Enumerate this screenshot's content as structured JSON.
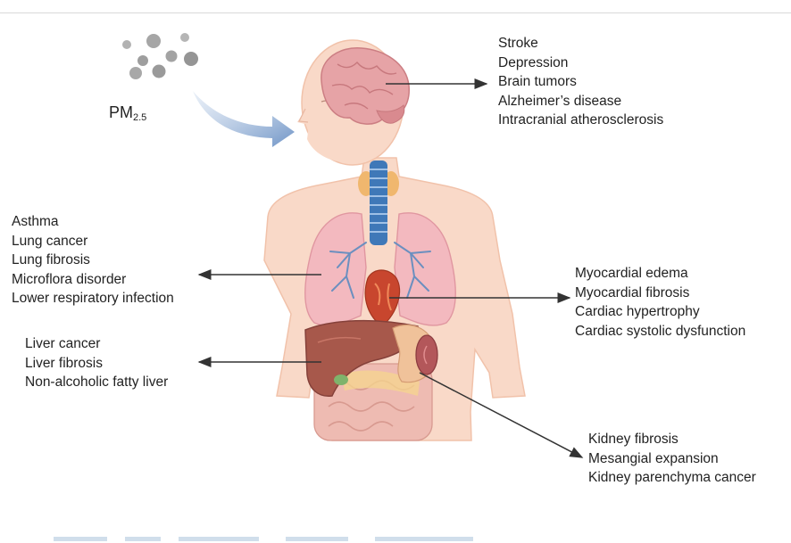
{
  "pm_label": {
    "main": "PM",
    "subscript": "2.5"
  },
  "groups": {
    "brain": {
      "items": [
        "Stroke",
        "Depression",
        "Brain tumors",
        "Alzheimer’s disease",
        "Intracranial atherosclerosis"
      ]
    },
    "lung": {
      "items": [
        "Asthma",
        "Lung cancer",
        "Lung fibrosis",
        "Microflora disorder",
        "Lower respiratory infection"
      ]
    },
    "heart": {
      "items": [
        "Myocardial edema",
        "Myocardial fibrosis",
        "Cardiac hypertrophy",
        "Cardiac systolic dysfunction"
      ]
    },
    "liver": {
      "items": [
        "Liver cancer",
        "Liver fibrosis",
        "Non-alcoholic fatty liver"
      ]
    },
    "kidney": {
      "items": [
        "Kidney fibrosis",
        "Mesangial expansion",
        "Kidney parenchyma cancer"
      ]
    }
  },
  "colors": {
    "skin": "#f9d9c8",
    "skin_edge": "#f1c2aa",
    "brain": "#e6a3a6",
    "lung": "#f3b9bf",
    "bronchi": "#6b8fbf",
    "trachea": "#3f78b8",
    "thyroid": "#f0b76e",
    "heart": "#c8462e",
    "liver": "#a7584b",
    "intestine": "#eebbb2",
    "kidney": "#b3575a",
    "particle": "#9b9b9b",
    "inflow_arrow": "#7b9cc9",
    "pointer": "#333333"
  }
}
